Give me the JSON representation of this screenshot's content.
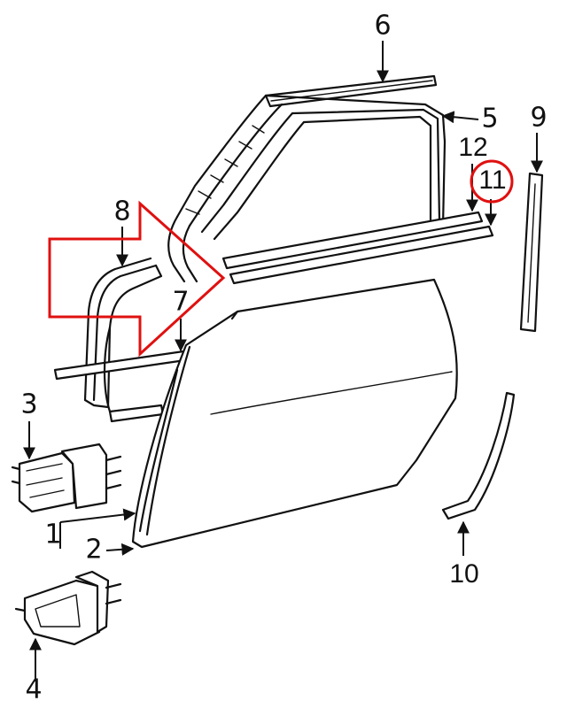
{
  "callouts": {
    "c1": "1",
    "c2": "2",
    "c3": "3",
    "c4": "4",
    "c5": "5",
    "c6": "6",
    "c7": "7",
    "c8": "8",
    "c9": "9",
    "c10": "10",
    "c11": "11",
    "c12": "12"
  },
  "highlight": {
    "arrow_color": "#e01010",
    "circle_color": "#e01010",
    "circled_callout": "11"
  }
}
